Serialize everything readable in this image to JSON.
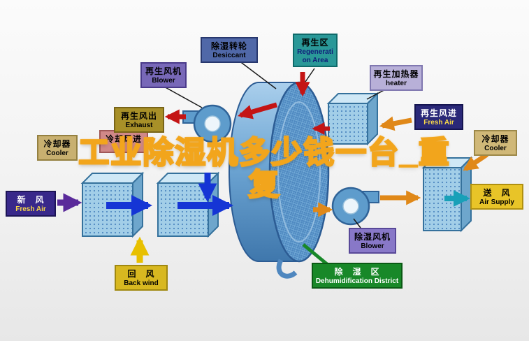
{
  "title": {
    "line1": "工业除湿机多少钱一台_重",
    "line2": "复"
  },
  "palette": {
    "title_fill": "#ffffff",
    "title_outline": "#f2a51c",
    "arrow_red": "#c41414",
    "arrow_orange": "#e08818",
    "arrow_blue": "#1535d5",
    "arrow_purple": "#5a2a9a",
    "arrow_yellow": "#e8c000",
    "arrow_teal": "#18a0b8",
    "dehum_green": "#188828"
  },
  "labels": {
    "desiccant": {
      "zh": "除湿转轮",
      "en": "Desiccant"
    },
    "regen_area": {
      "zh": "再生区",
      "en": "Regeneration Area"
    },
    "regen_blower": {
      "zh": "再生风机",
      "en": "Blower"
    },
    "regen_heater": {
      "zh": "再生加热器",
      "en": "heater"
    },
    "exhaust": {
      "zh": "再生风出",
      "en": "Exhaust"
    },
    "regen_fresh_air": {
      "zh": "再生风进",
      "en": "Fresh Air"
    },
    "cooler_left": {
      "zh": "冷却器",
      "en": "Cooler"
    },
    "cooler_right": {
      "zh": "冷却器",
      "en": "Cooler"
    },
    "cooling_air_in": {
      "zh": "冷却风进"
    },
    "fresh_air": {
      "zh": "新　风",
      "en": "Fresh Air"
    },
    "air_supply": {
      "zh": "送　风",
      "en": "Air Supply"
    },
    "back_wind": {
      "zh": "回　风",
      "en": "Back wind"
    },
    "dehum_blower": {
      "zh": "除湿风机",
      "en": "Blower"
    },
    "dehum_district": {
      "zh": "除　湿　区",
      "en": "Dehumidification District"
    }
  }
}
